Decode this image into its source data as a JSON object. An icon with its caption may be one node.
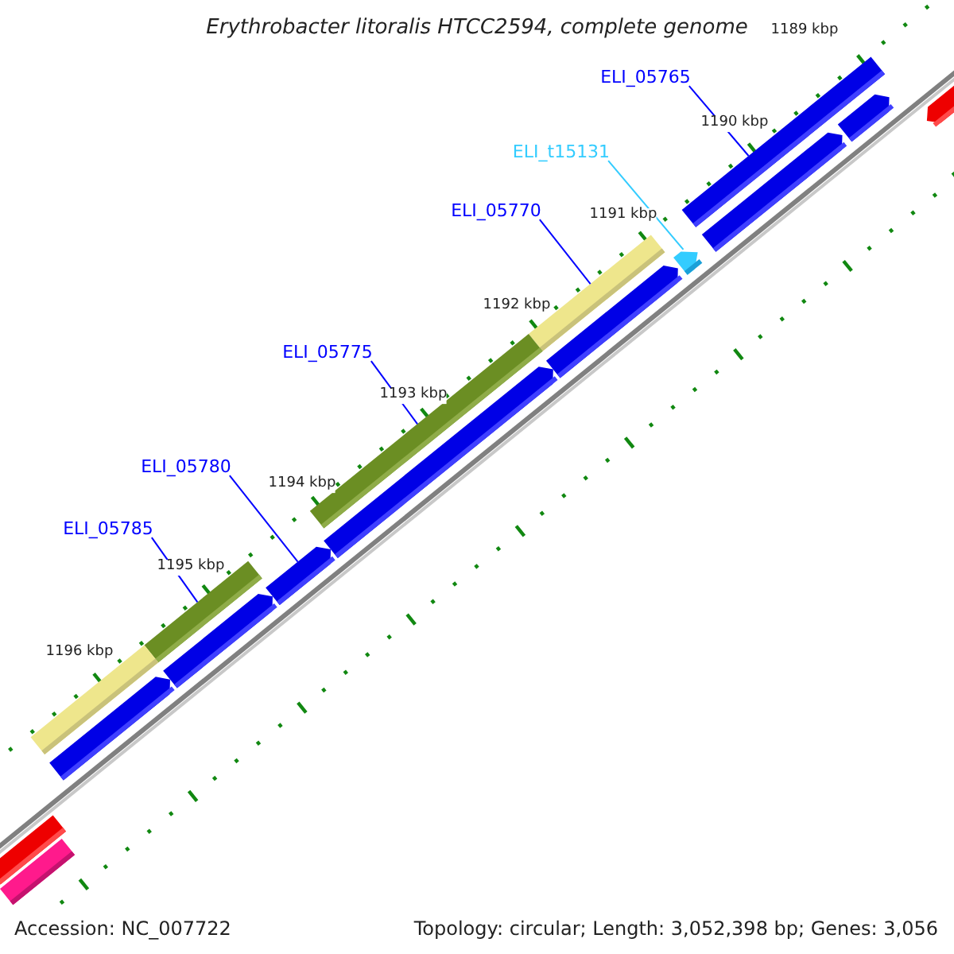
{
  "diagram": {
    "title": "Erythrobacter litoralis HTCC2594, complete genome",
    "nodes": [
      {
        "text": [
          "ELI_05765"
        ]
      },
      {
        "text": [
          "ELI_t15131"
        ]
      },
      {
        "text": [
          "ELI_05770"
        ]
      },
      {
        "text": [
          "ELI_05775"
        ]
      },
      {
        "text": [
          "ELI_05780"
        ]
      },
      {
        "text": [
          "ELI_05785"
        ]
      },
      {
        "text": [],
        "shape": "bar"
      },
      {
        "text": [],
        "shape": "bar"
      },
      {
        "text": [],
        "shape": "bar"
      },
      {
        "text": [],
        "shape": "bar"
      },
      {
        "text": [],
        "shape": "bar"
      },
      {
        "text": [],
        "shape": "bar"
      },
      {
        "text": [],
        "shape": "bar"
      },
      {
        "text": [],
        "shape": "bar"
      },
      {
        "text": [],
        "shape": "bar"
      },
      {
        "text": [],
        "shape": "bar"
      },
      {
        "text": [],
        "shape": "bar"
      },
      {
        "text": [],
        "shape": "bar"
      },
      {
        "text": [],
        "shape": "bar"
      },
      {
        "text": [],
        "shape": "bar"
      },
      {
        "text": [],
        "shape": "bar"
      },
      {
        "text": [],
        "shape": "bar"
      }
    ],
    "edges": [
      {
        "from": 0,
        "to": 6,
        "arrow": "none"
      },
      {
        "from": 1,
        "to": 7,
        "arrow": "none",
        "color": "#33ccff"
      },
      {
        "from": 2,
        "to": 8,
        "arrow": "none"
      },
      {
        "from": 3,
        "to": 9,
        "arrow": "none"
      },
      {
        "from": 4,
        "to": 10,
        "arrow": "none"
      },
      {
        "from": 5,
        "to": 11,
        "arrow": "none"
      }
    ],
    "labels": [
      "1189 kbp",
      "1190 kbp",
      "1191 kbp",
      "1192 kbp",
      "1193 kbp",
      "1194 kbp",
      "1195 kbp",
      "1196 kbp",
      "Accession: NC_007722",
      "Topology: circular; Length: 3,052,398 bp; Genes: 3,056"
    ]
  }
}
